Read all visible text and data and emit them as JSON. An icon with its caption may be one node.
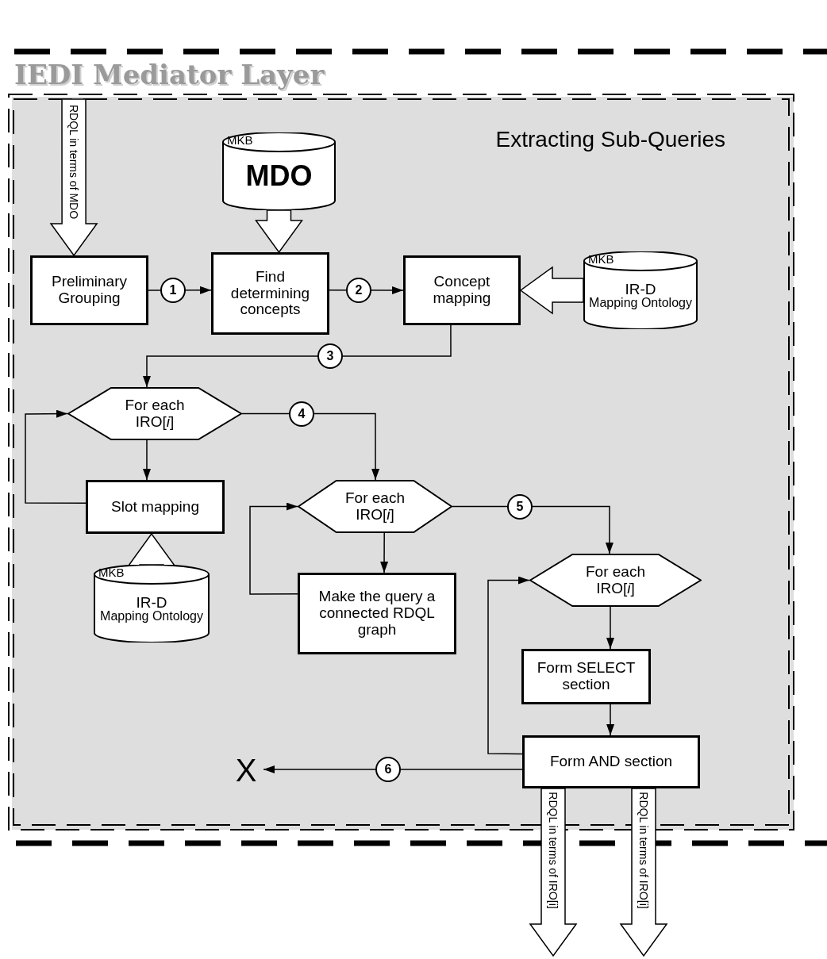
{
  "diagram": {
    "title": "IEDI Mediator Layer",
    "nodes": [
      {
        "text": [
          "Extracting Sub-Queries"
        ]
      },
      {
        "text": [
          "MKB",
          "MDO"
        ],
        "in": 0
      },
      {
        "text": [
          "Preliminary Grouping"
        ],
        "in": 0
      },
      {
        "text": [
          "Find determining concepts"
        ],
        "in": 0
      },
      {
        "text": [
          "Concept mapping"
        ],
        "in": 0
      },
      {
        "text": [
          "MKB",
          "IR-D",
          "Mapping Ontology"
        ],
        "in": 0
      },
      {
        "text": [
          "For each IRO[*i*]"
        ],
        "in": 0
      },
      {
        "text": [
          "Slot mapping"
        ],
        "in": 0
      },
      {
        "text": [
          "MKB",
          "IR-D",
          "Mapping Ontology"
        ],
        "in": 0
      },
      {
        "text": [
          "For each IRO[*i*]"
        ],
        "in": 0
      },
      {
        "text": [
          "Make the query a connected RDQL graph"
        ],
        "in": 0
      },
      {
        "text": [
          "For each IRO[*i*]"
        ],
        "in": 0
      },
      {
        "text": [
          "Form SELECT section"
        ],
        "in": 0
      },
      {
        "text": [
          "Form AND section"
        ],
        "in": 0
      },
      {
        "text": [
          "X"
        ],
        "in": 0
      }
    ],
    "edges": [
      {
        "from": null,
        "to": 2,
        "arrow": "to",
        "label": "RDQL in terms of MDO",
        "style": "thick"
      },
      {
        "from": 1,
        "to": 3,
        "arrow": "to",
        "style": "thick"
      },
      {
        "from": 2,
        "to": 3,
        "arrow": "to",
        "label": "1"
      },
      {
        "from": 3,
        "to": 4,
        "arrow": "to",
        "label": "2"
      },
      {
        "from": 5,
        "to": 4,
        "arrow": "to",
        "style": "thick"
      },
      {
        "from": 4,
        "to": 6,
        "arrow": "to",
        "label": "3"
      },
      {
        "from": 6,
        "to": 7,
        "arrow": "to"
      },
      {
        "from": 7,
        "to": 6,
        "arrow": "to"
      },
      {
        "from": 8,
        "to": 7,
        "arrow": "to",
        "style": "thick"
      },
      {
        "from": 6,
        "to": 9,
        "arrow": "to",
        "label": "4"
      },
      {
        "from": 9,
        "to": 10,
        "arrow": "to"
      },
      {
        "from": 10,
        "to": 9,
        "arrow": "to"
      },
      {
        "from": 9,
        "to": 11,
        "arrow": "to",
        "label": "5"
      },
      {
        "from": 11,
        "to": 12,
        "arrow": "to"
      },
      {
        "from": 12,
        "to": 13,
        "arrow": "to"
      },
      {
        "from": 13,
        "to": 11,
        "arrow": "to"
      },
      {
        "from": 13,
        "to": 14,
        "arrow": "to",
        "label": "6"
      },
      {
        "from": 13,
        "to": null,
        "arrow": "to",
        "label": "RDQL in terms of IRO[i]",
        "style": "thick"
      },
      {
        "from": 13,
        "to": null,
        "arrow": "to",
        "label": "RDQL in terms of IRO[i]",
        "style": "thick"
      }
    ]
  }
}
